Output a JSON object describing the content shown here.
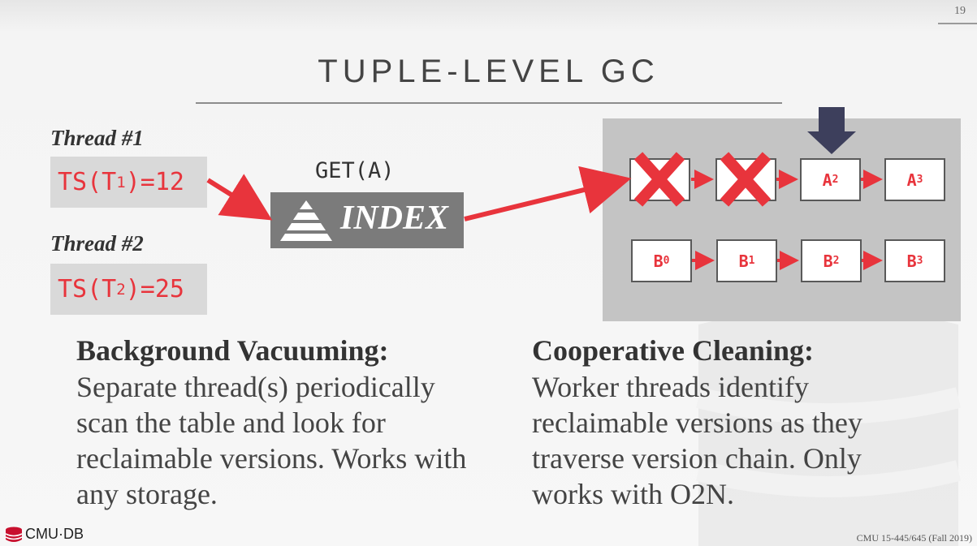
{
  "slide": {
    "number": "19",
    "title": "TUPLE-LEVEL GC"
  },
  "threads": [
    {
      "label": "Thread #1",
      "ts_prefix": "TS(T",
      "ts_sub": "1",
      "ts_suffix": ")=12"
    },
    {
      "label": "Thread #2",
      "ts_prefix": "TS(T",
      "ts_sub": "2",
      "ts_suffix": ")=25"
    }
  ],
  "index": {
    "get_label": "GET(A)",
    "label": "INDEX"
  },
  "chain_a": [
    {
      "base": "",
      "sub": "",
      "crossed": true
    },
    {
      "base": "",
      "sub": "",
      "crossed": true
    },
    {
      "base": "A",
      "sub": "2",
      "crossed": false
    },
    {
      "base": "A",
      "sub": "3",
      "crossed": false
    }
  ],
  "chain_b": [
    {
      "base": "B",
      "sub": "0"
    },
    {
      "base": "B",
      "sub": "1"
    },
    {
      "base": "B",
      "sub": "2"
    },
    {
      "base": "B",
      "sub": "3"
    }
  ],
  "background_vacuuming": {
    "heading": "Background Vacuuming:",
    "body": "Separate thread(s) periodically scan the table and look for reclaimable versions. Works with any storage."
  },
  "cooperative_cleaning": {
    "heading": "Cooperative Cleaning:",
    "body": "Worker threads identify reclaimable versions as they traverse version chain. Only works with O2N."
  },
  "footer": {
    "logo_text": "CMU·DB",
    "course": "CMU 15-445/645 (Fall 2019)"
  },
  "colors": {
    "accent_red": "#e8343c",
    "arrow_dark": "#3d3f5c",
    "panel_gray": "#c4c4c4"
  }
}
